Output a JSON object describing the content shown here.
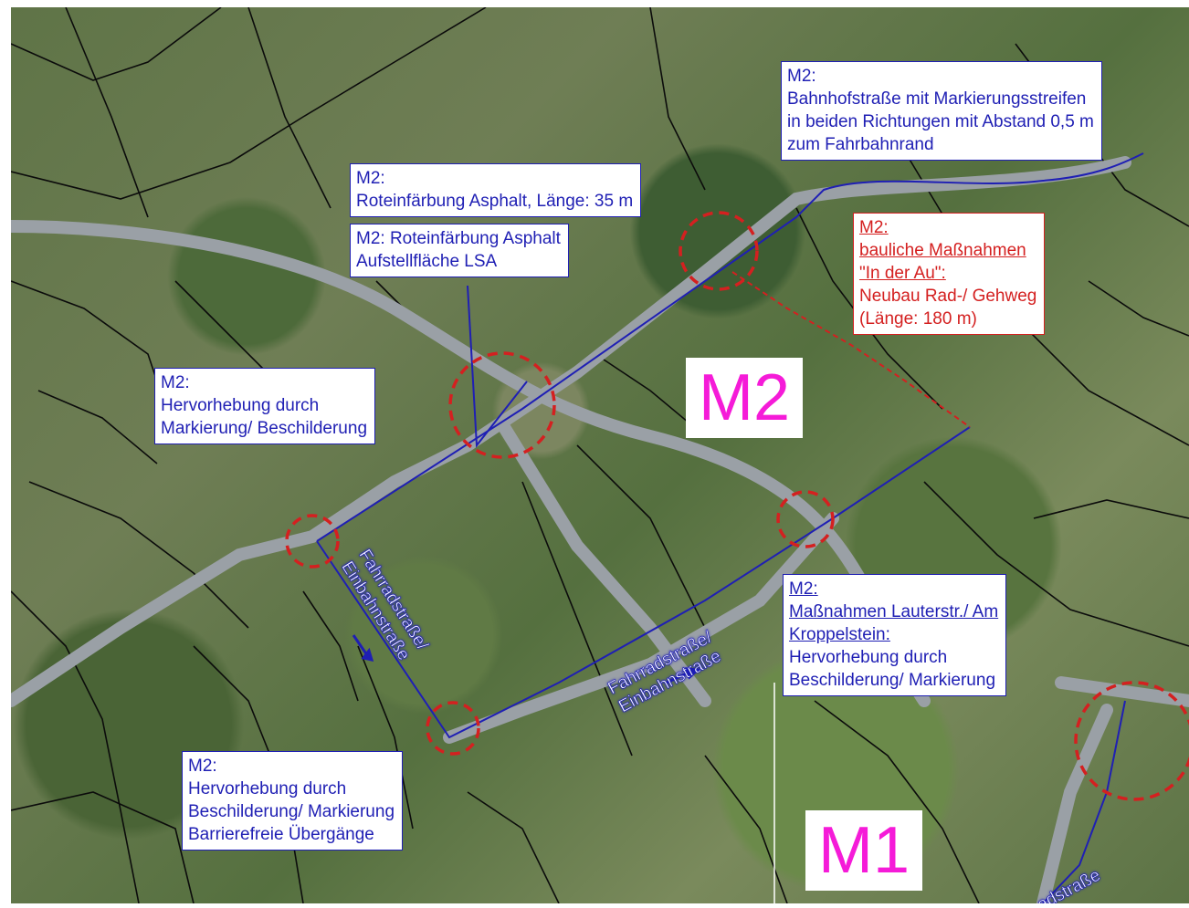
{
  "callouts": {
    "bahnhof": {
      "title": "M2:",
      "lines": [
        "Bahnhofstraße mit Markierungsstreifen",
        "in beiden Richtungen mit Abstand 0,5 m",
        "zum Fahrbahnrand"
      ]
    },
    "rot35": {
      "title": "M2:",
      "lines": [
        "Roteinfärbung Asphalt, Länge: 35 m"
      ]
    },
    "lsa": {
      "lines": [
        "M2: Roteinfärbung Asphalt",
        "Aufstellfläche LSA"
      ]
    },
    "hervor1": {
      "title": "M2:",
      "lines": [
        "Hervorhebung durch",
        "Markierung/ Beschilderung"
      ]
    },
    "inderau": {
      "title": "M2:",
      "u1": "bauliche Maßnahmen",
      "u2": "\"In der Au\":",
      "lines": [
        "Neubau Rad-/ Gehweg",
        "(Länge: 180 m)"
      ]
    },
    "lauter": {
      "title": "M2:",
      "u1": "Maßnahmen Lauterstr./ Am",
      "u2": "Kroppelstein:",
      "lines": [
        "Hervorhebung durch",
        "Beschilderung/ Markierung"
      ]
    },
    "barriere": {
      "title": "M2:",
      "lines": [
        "Hervorhebung durch",
        "Beschilderung/ Markierung",
        "Barrierefreie Übergänge"
      ]
    }
  },
  "zones": {
    "m2": "M2",
    "m1": "M1"
  },
  "street_labels": {
    "fahrrad1": [
      "Fahrradstraße/",
      "Einbahnstraße"
    ],
    "fahrrad2": [
      "Fahrradstraße/",
      "Einbahnstraße"
    ],
    "fahrrad3": "adstraße"
  },
  "colors": {
    "route": "#1f1fb4",
    "marker": "#d42020",
    "zone_text": "#f51bd8"
  }
}
